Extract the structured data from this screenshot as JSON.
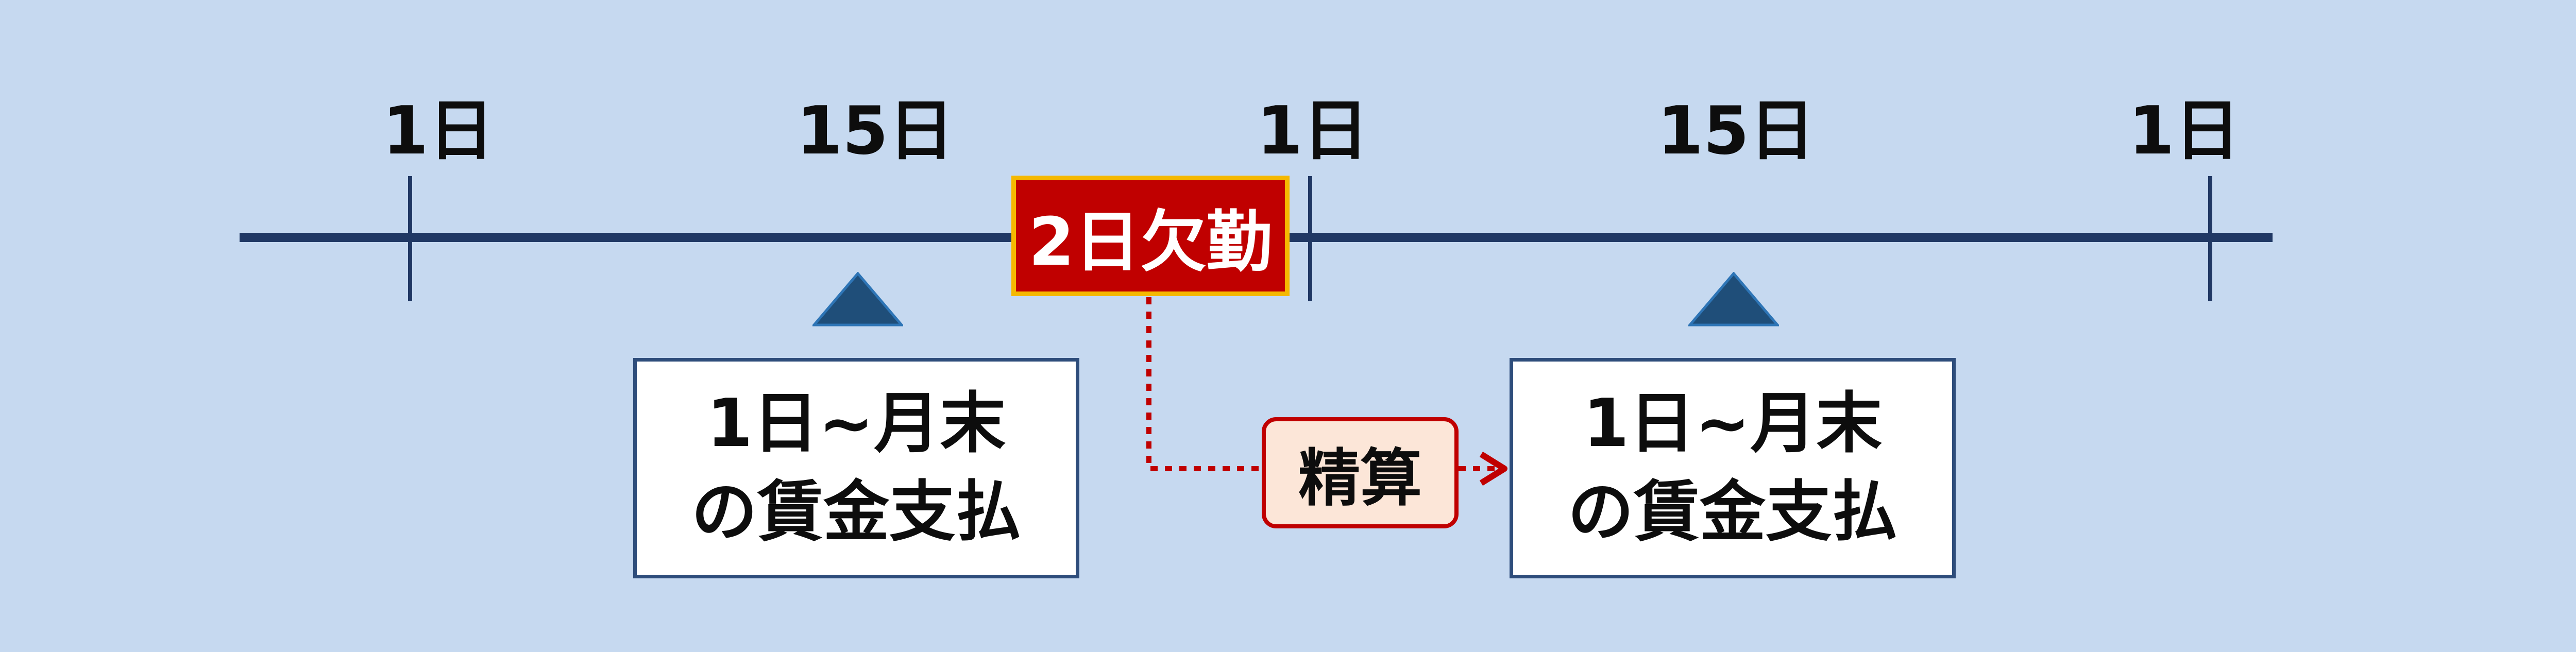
{
  "timeline": {
    "ticks": [
      "1日",
      "15日",
      "1日",
      "15日",
      "1日"
    ]
  },
  "absence": {
    "label": "2日欠勤"
  },
  "payment_boxes": [
    {
      "line1": "1日~月末",
      "line2": "の賃金支払"
    },
    {
      "line1": "1日~月末",
      "line2": "の賃金支払"
    }
  ],
  "settlement": {
    "label": "精算"
  },
  "colors": {
    "background": "#c6d9f0",
    "timeline": "#203864",
    "absence_fill": "#c00000",
    "absence_border": "#f5b800",
    "settle_fill": "#fce6d8",
    "connector": "#c00000",
    "marker": "#1f4e79"
  }
}
